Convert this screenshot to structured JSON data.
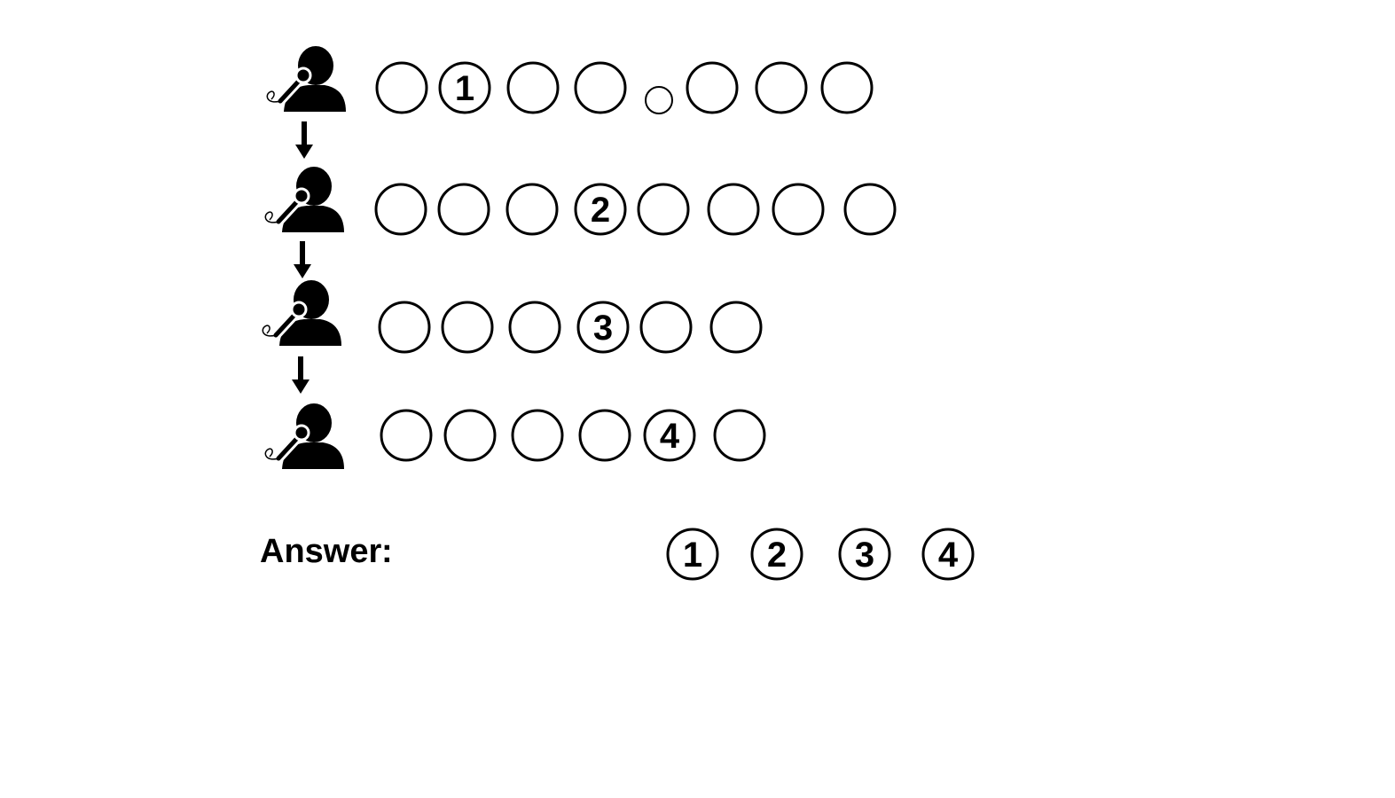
{
  "answer_label": "Answer",
  "answer_colon": ":",
  "rows": [
    {
      "circles": [
        "",
        "1",
        "",
        "",
        "",
        "",
        ""
      ],
      "has_small_circle": true
    },
    {
      "circles": [
        "",
        "",
        "",
        "2",
        "",
        "",
        "",
        ""
      ],
      "has_small_circle": false
    },
    {
      "circles": [
        "",
        "",
        "",
        "3",
        "",
        ""
      ],
      "has_small_circle": false
    },
    {
      "circles": [
        "",
        "",
        "",
        "",
        "4",
        ""
      ],
      "has_small_circle": false
    }
  ],
  "answer_options": [
    "1",
    "2",
    "3",
    "4"
  ],
  "icons": {
    "speaker": "person-with-microphone-icon",
    "arrow": "arrow-down-icon"
  }
}
